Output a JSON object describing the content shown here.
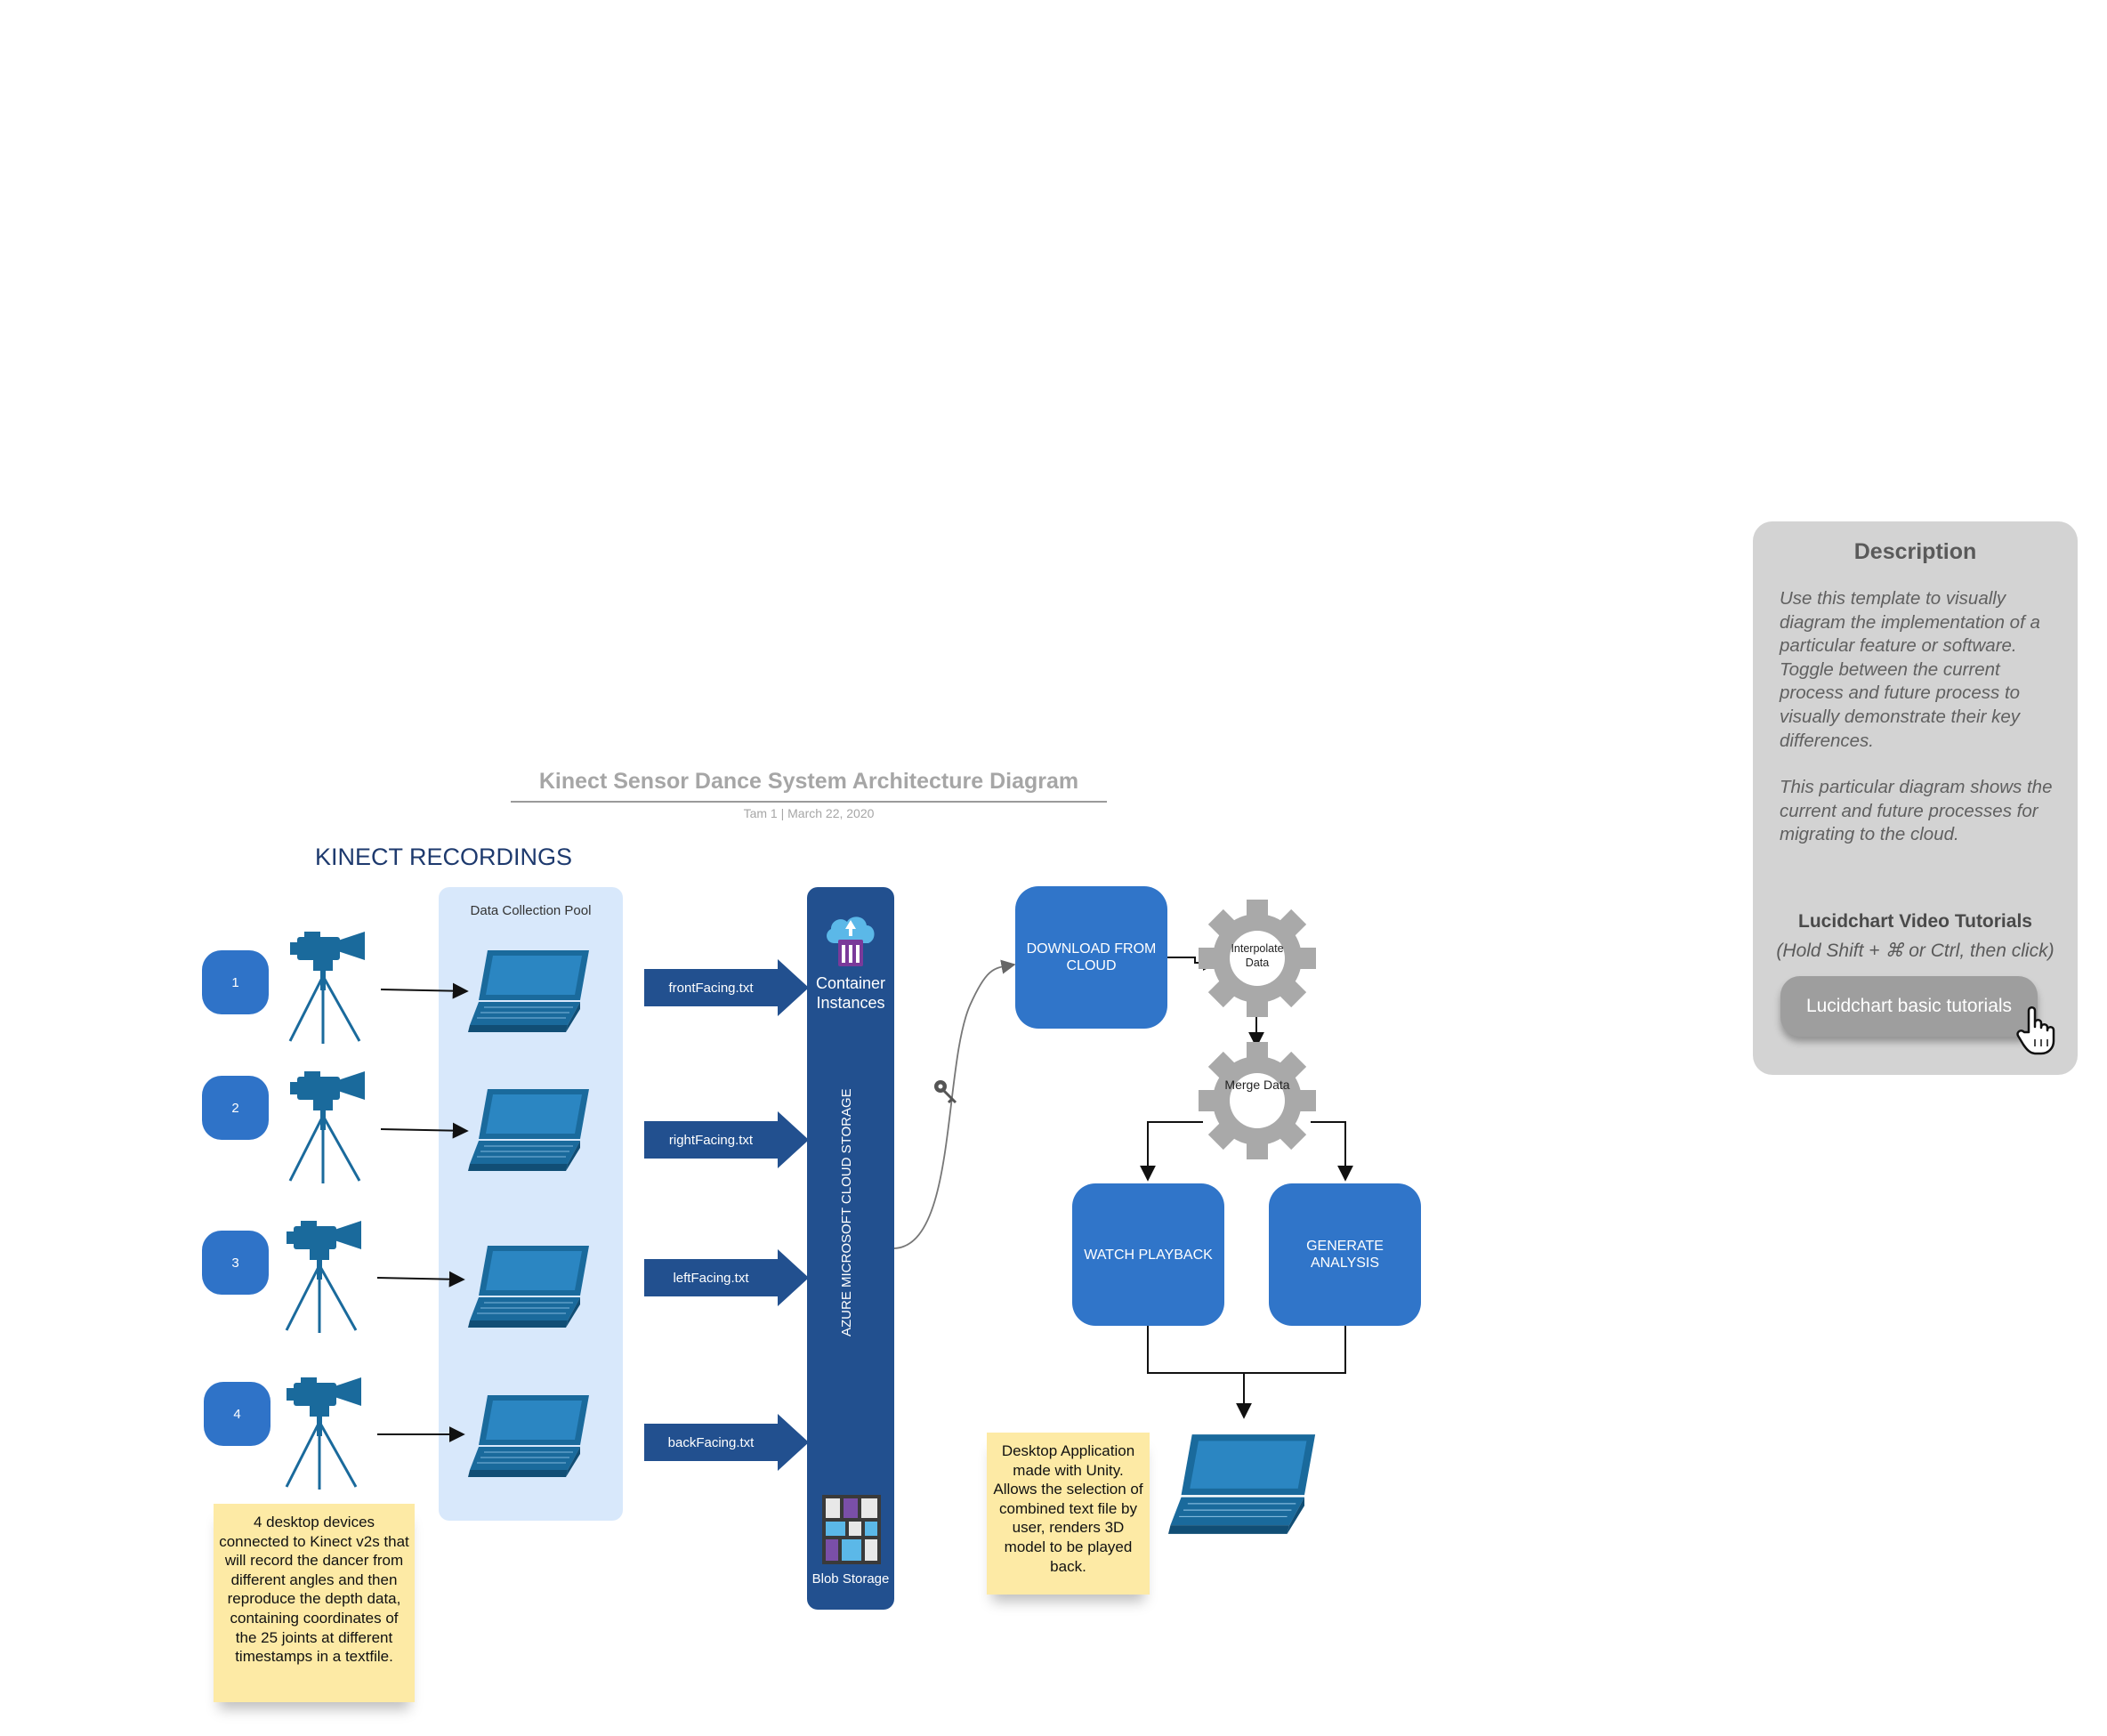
{
  "header": {
    "title": "Kinect Sensor Dance System Architecture Diagram",
    "subtitle": "Tam 1  |  March 22, 2020",
    "section_heading": "KINECT RECORDINGS"
  },
  "pool": {
    "label": "Data Collection Pool"
  },
  "badges": [
    "1",
    "2",
    "3",
    "4"
  ],
  "files": [
    "frontFacing.txt",
    "rightFacing.txt",
    "leftFacing.txt",
    "backFacing.txt"
  ],
  "azure": {
    "vertical_label": "AZURE MICROSOFT CLOUD STORAGE",
    "container_label": "Container Instances",
    "blob_label": "Blob Storage"
  },
  "process": {
    "download": "DOWNLOAD FROM CLOUD",
    "interpolate": "Interpolate Data",
    "merge": "Merge Data",
    "watch": "WATCH PLAYBACK",
    "analysis": "GENERATE ANALYSIS"
  },
  "notes": {
    "devices": "4 desktop devices connected to Kinect v2s that will record the dancer from different angles and then reproduce the depth data, containing coordinates of the 25 joints at different timestamps in a textfile.",
    "desktop_app": "Desktop Application made with Unity. Allows the selection of combined text file by user, renders 3D model to be played back."
  },
  "description_panel": {
    "title": "Description",
    "paragraph1": "Use this template to visually diagram the implementation of a particular feature or software. Toggle between the current process and future process to visually demonstrate their key differences.",
    "paragraph2": "This particular diagram shows the current and future processes for migrating to the cloud.",
    "tutorials_title": "Lucidchart Video Tutorials",
    "tutorials_hint": "(Hold Shift + ⌘ or Ctrl, then click)",
    "tutorials_button": "Lucidchart basic tutorials"
  },
  "colors": {
    "primary_blue": "#3075c9",
    "azure_dark": "#22508f",
    "device_teal": "#1a6a9c",
    "note_yellow": "#fdeaa5",
    "gear_gray": "#a9a9a9"
  },
  "icons": [
    "camera-tripod-icon",
    "laptop-icon",
    "cloud-upload-icon",
    "blob-storage-icon",
    "gear-icon",
    "key-icon",
    "hand-pointer-icon"
  ]
}
